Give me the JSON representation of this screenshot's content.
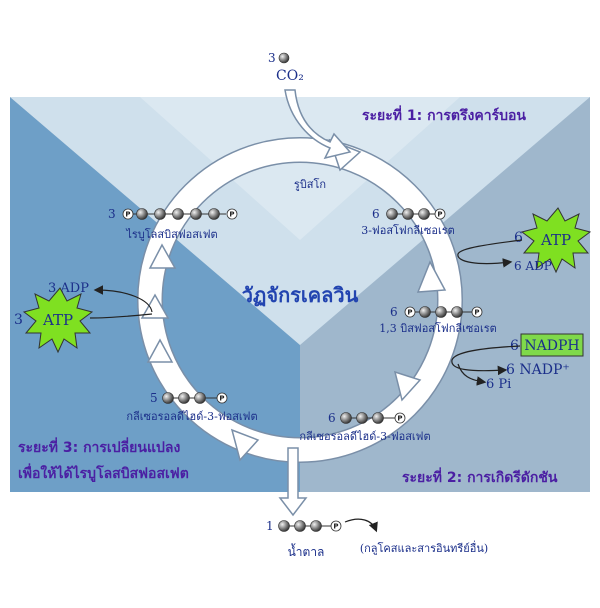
{
  "colors": {
    "top_band": "#cfe0ec",
    "left_region": "#6e9fc7",
    "right_region": "#9fb7cc",
    "center_top": "#dbe8f1",
    "atp_burst": "#7fe021",
    "nadph_box": "#7fd94a",
    "text_blue": "#1b2f8a",
    "stage_purple": "#4b1fa3"
  },
  "co2": {
    "count": "3",
    "label": "CO₂"
  },
  "stage1": {
    "title": "ระยะที่ 1: การตรึงคาร์บอน"
  },
  "stage2": {
    "title": "ระยะที่ 2: การเกิดรีดักชัน"
  },
  "stage3": {
    "line1": "ระยะที่ 3: การเปลี่ยนแปลง",
    "line2": "เพื่อให้ได้ไรบูโลสบิสฟอสเฟต"
  },
  "center": {
    "title": "วัฏจักรเคลวิน"
  },
  "rubisco": {
    "label": "รูบิสโก"
  },
  "rubp": {
    "count": "3",
    "label": "ไรบูโลสบิสฟอสเฟต"
  },
  "pga": {
    "count": "6",
    "label": "3-ฟอสโฟกลีเซอเรต"
  },
  "atp_right": {
    "count": "6",
    "label": "ATP"
  },
  "adp_right": {
    "label": "6 ADP"
  },
  "bpg": {
    "count": "6",
    "label": "1,3 บิสฟอสโฟกลีเซอเรต"
  },
  "nadph": {
    "count": "6",
    "label": "NADPH"
  },
  "nadp": {
    "label": "6 NADP⁺"
  },
  "pi": {
    "label": "6 Pi"
  },
  "g3p_right": {
    "count": "6",
    "label": "กลีเซอรอลดีไฮด์-3-ฟอสเฟต"
  },
  "g3p_left": {
    "count": "5",
    "label": "กลีเซอรอลดีไฮด์-3-ฟอสเฟต"
  },
  "atp_left": {
    "count": "3",
    "label": "ATP"
  },
  "adp_left": {
    "label": "3 ADP"
  },
  "sugar": {
    "count": "1",
    "label": "น้ำตาล",
    "note": "(กลูโคสและสารอินทรีย์อื่น)"
  },
  "phosphate_symbol": "P"
}
